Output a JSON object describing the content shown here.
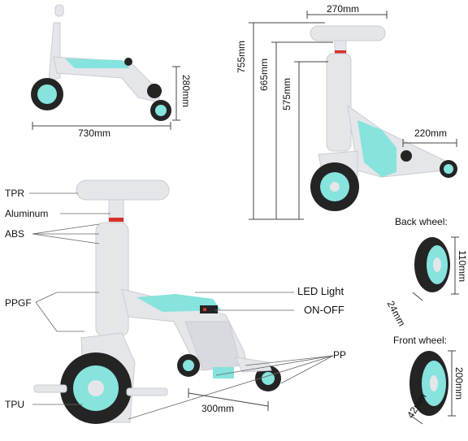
{
  "colors": {
    "frame": "#e4e6e9",
    "frame_shade": "#c9cdd2",
    "accent": "#86e3dd",
    "accent_dark": "#5ccfc6",
    "tire": "#242424",
    "line": "#444444",
    "red_band": "#d9302c"
  },
  "top_left_view": {
    "length_label": "730mm",
    "height_label": "280mm"
  },
  "top_right_view": {
    "width_label": "270mm",
    "total_height_label": "755mm",
    "mid_height_label": "665mm",
    "low_height_label": "575mm",
    "base_width_label": "220mm"
  },
  "materials": {
    "grip": "TPR",
    "stem": "Aluminum",
    "body": "ABS",
    "frame": "PPGF",
    "tire": "TPU",
    "light": "LED Light",
    "switch": "ON-OFF",
    "wheels": "PP"
  },
  "main_view": {
    "wheelbase_label": "300mm"
  },
  "back_wheel": {
    "title": "Back wheel:",
    "diameter_label": "110mm",
    "width_label": "24mm"
  },
  "front_wheel": {
    "title": "Front wheel:",
    "diameter_label": "200mm",
    "width_label": "42mm"
  }
}
